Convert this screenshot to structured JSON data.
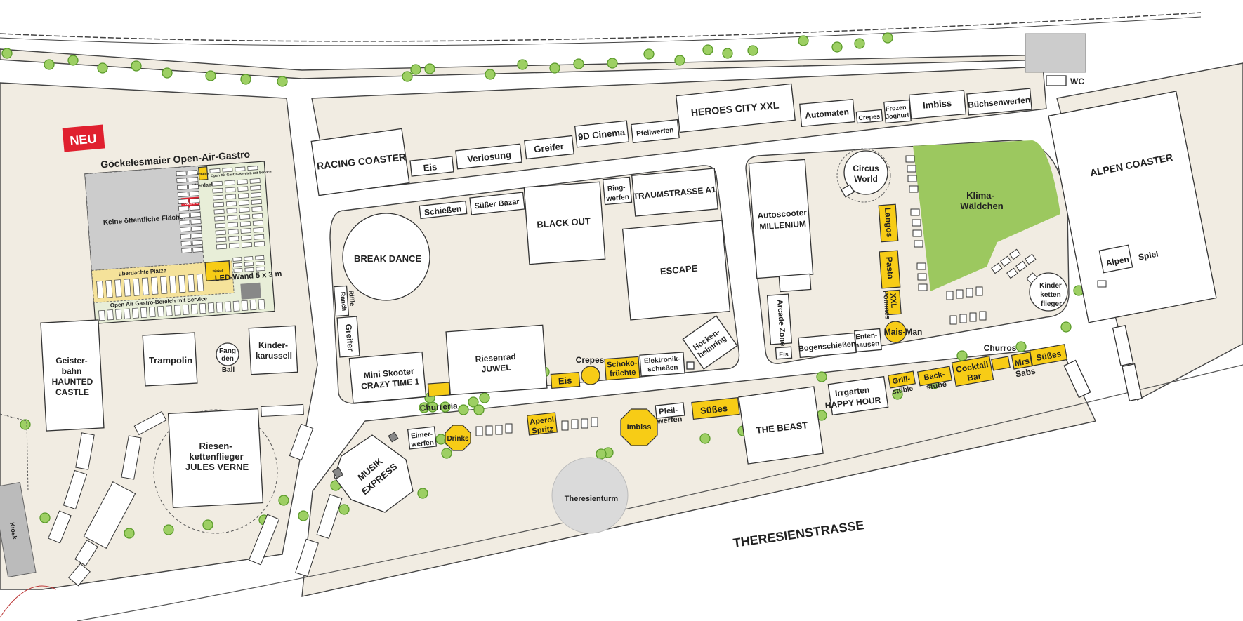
{
  "map": {
    "street": "THERESIENSTRASSE",
    "new_badge": "NEU",
    "gastro": {
      "title": "Göckelesmaier Open-Air-Gastro",
      "private_area": "Keine öffentliche Fläche.",
      "covered_places": "überdachte Plätze",
      "covered": "überdacht",
      "service_area_top": "Open Air Gastro-Bereich mit Service",
      "service_area_bottom": "Open Air Gastro-Bereich mit Service",
      "kasse": "Kasse",
      "imbiss": "Imbiss",
      "pinkel": "Pinkel",
      "led_wall": "LED-Wand 5 x 3 m"
    },
    "colors": {
      "ground": "#f1ece2",
      "stall_yellow": "#f7cc16",
      "green_area": "#9cc85f",
      "tree": "#9dcf63",
      "badge_red": "#e0202f",
      "gray_building": "#cccccc"
    },
    "attractions": {
      "racing_coaster": "RACING COASTER",
      "eis_top": "Eis",
      "verlosung": "Verlosung",
      "greifer_top": "Greifer",
      "cinema": "9D Cinema",
      "pfeilwerfen_top": "Pfeilwerfen",
      "heroes": "HEROES CITY XXL",
      "automaten": "Automaten",
      "crepes_top": "Crepes",
      "frozen_1": "Frozen",
      "frozen_2": "Joghurt",
      "imbiss_top": "Imbiss",
      "buechsen": "Büchsenwerfen",
      "wc": "WC",
      "alpen_coaster": "ALPEN COASTER",
      "alpen_spiel_1": "Alpen",
      "alpen_spiel_2": "Spiel",
      "schiessen": "Schießen",
      "suesser_bazar": "Süßer Bazar",
      "black_out": "BLACK OUT",
      "ring_1": "Ring-",
      "ring_2": "werfen",
      "traumstrasse": "TRAUMSTRASSE A1",
      "escape": "ESCAPE",
      "break_dance": "BREAK DANCE",
      "riffle_1": "Riffle",
      "riffle_2": "Ranch",
      "greifer_side": "Greifer",
      "mini_skooter_1": "Mini Skooter",
      "mini_skooter_2": "CRAZY TIME 1",
      "riesenrad_1": "Riesenrad",
      "riesenrad_2": "JUWEL",
      "eis_mid": "Eis",
      "crepes_mid": "Crepes",
      "schoko_1": "Schoko-",
      "schoko_2": "früchte",
      "elektro_1": "Elektronik-",
      "elektro_2": "schießen",
      "hocken_1": "Hocken-",
      "hocken_2": "heimring",
      "churreria": "Churreria",
      "autoscooter_1": "Autoscooter",
      "autoscooter_2": "MILLENIUM",
      "circus_1": "Circus",
      "circus_2": "World",
      "langos": "Langos",
      "pasta": "Pasta",
      "xxl": "XXL",
      "pommes": "Pommes",
      "klima_1": "Klima-",
      "klima_2": "Wäldchen",
      "kinder_1": "Kinder",
      "kinder_2": "ketten",
      "kinder_3": "flieger",
      "arcade": "Arcade Zone",
      "eis_small": "Eis",
      "bogen": "Bogenschießen",
      "enten_1": "Enten-",
      "enten_2": "hausen",
      "mais_man": "Mais-Man",
      "churros": "Churros",
      "suesses_right": "Süßes",
      "mrs_1": "Mrs",
      "mrs_2": "Sabs",
      "cocktail_1": "Cocktail",
      "cocktail_2": "Bar",
      "back_1": "Back-",
      "back_2": "stube",
      "grill_1": "Grill-",
      "grill_2": "stüble",
      "irrgarten_1": "Irrgarten",
      "irrgarten_2": "HAPPY HOUR",
      "the_beast": "THE BEAST",
      "suesses_mid": "Süßes",
      "pfeil_1": "Pfeil-",
      "pfeil_2": "werfen",
      "imbiss_oct": "Imbiss",
      "aperol_1": "Aperol",
      "aperol_2": "Spritz",
      "drinks": "Drinks",
      "eimer_1": "Eimer-",
      "eimer_2": "werfen",
      "musik_1": "MUSIK",
      "musik_2": "EXPRESS",
      "theresienturm": "Theresienturm",
      "geister_1": "Geister-",
      "geister_2": "bahn",
      "geister_3": "HAUNTED",
      "geister_4": "CASTLE",
      "trampolin": "Trampolin",
      "fang_1": "Fang",
      "fang_2": "den",
      "fang_3": "Ball",
      "kinderkarussell_1": "Kinder-",
      "kinderkarussell_2": "karussell",
      "riesenketten_1": "Riesen-",
      "riesenketten_2": "kettenflieger",
      "riesenketten_3": "JULES VERNE",
      "kiosk": "Kiosk"
    }
  }
}
